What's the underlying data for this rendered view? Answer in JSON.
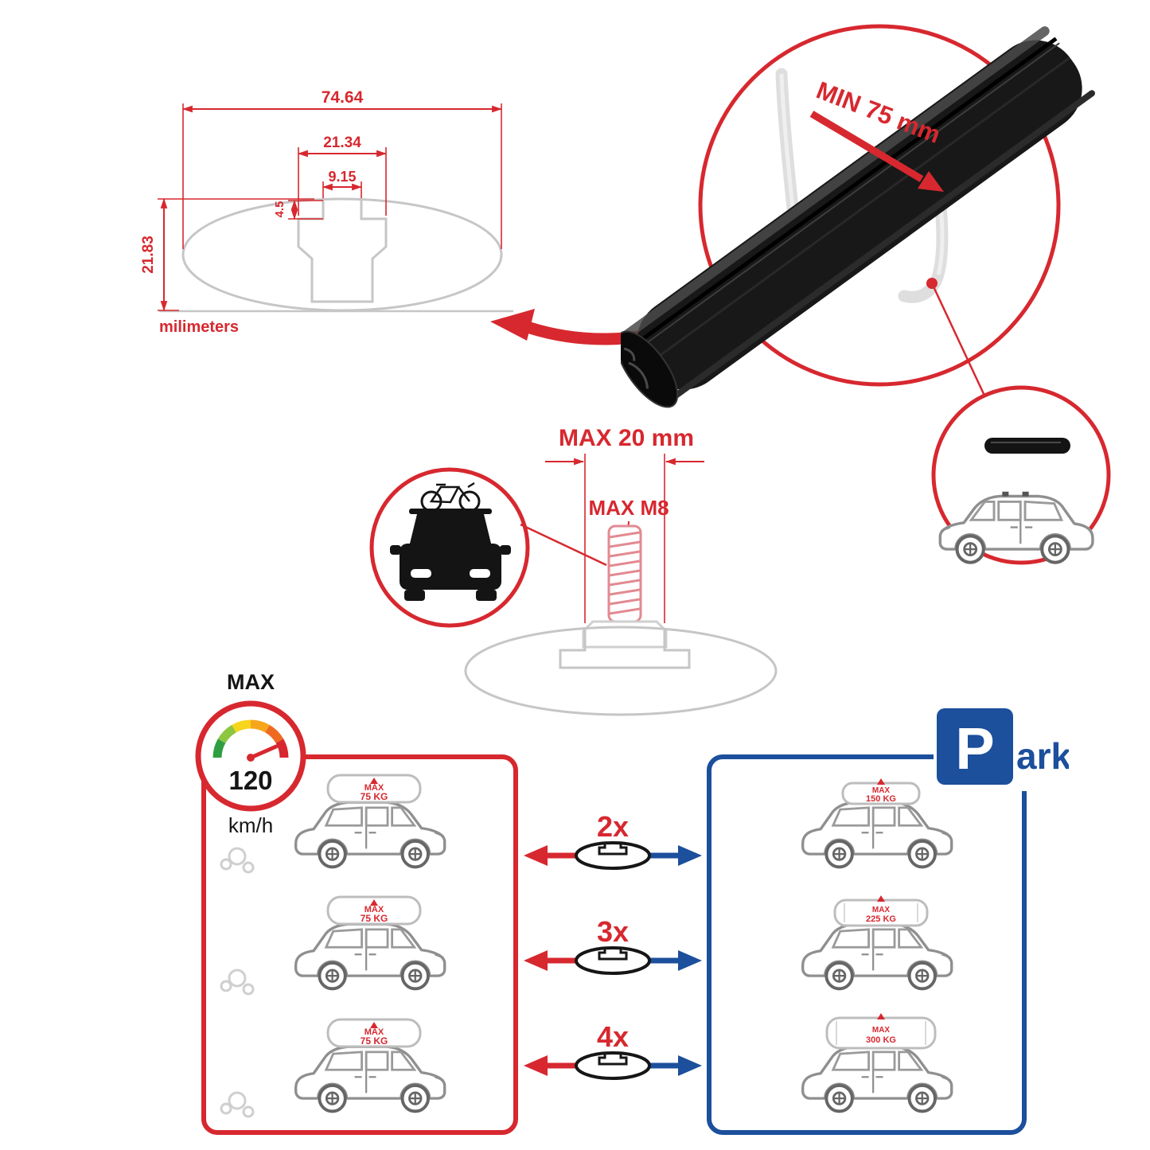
{
  "colors": {
    "red": "#d7282f",
    "blue": "#1c4f9c",
    "ghost_gray": "#c6c6c6"
  },
  "profile_dimensions": {
    "total_width": "74.64",
    "channel_width": "21.34",
    "slot_width": "9.15",
    "slot_depth": "4.5",
    "total_height": "21.83",
    "units_label": "milimeters"
  },
  "clamp_detail": {
    "min_grip": "MIN 75 mm"
  },
  "bolt_detail": {
    "max_length": "MAX 20 mm",
    "max_thread": "MAX M8"
  },
  "speed_limit": {
    "label": "MAX",
    "value": "120",
    "unit": "km/h"
  },
  "moving_panel": {
    "cars": [
      {
        "max_label": "MAX",
        "weight": "75 KG"
      },
      {
        "max_label": "MAX",
        "weight": "75 KG"
      },
      {
        "max_label": "MAX",
        "weight": "75 KG"
      }
    ]
  },
  "parked_panel": {
    "sign_letter": "P",
    "sign_suffix": "ark",
    "cars": [
      {
        "max_label": "MAX",
        "weight": "150 KG"
      },
      {
        "max_label": "MAX",
        "weight": "225 KG"
      },
      {
        "max_label": "MAX",
        "weight": "300 KG"
      }
    ]
  },
  "bar_counts": [
    {
      "label": "2x"
    },
    {
      "label": "3x"
    },
    {
      "label": "4x"
    }
  ]
}
